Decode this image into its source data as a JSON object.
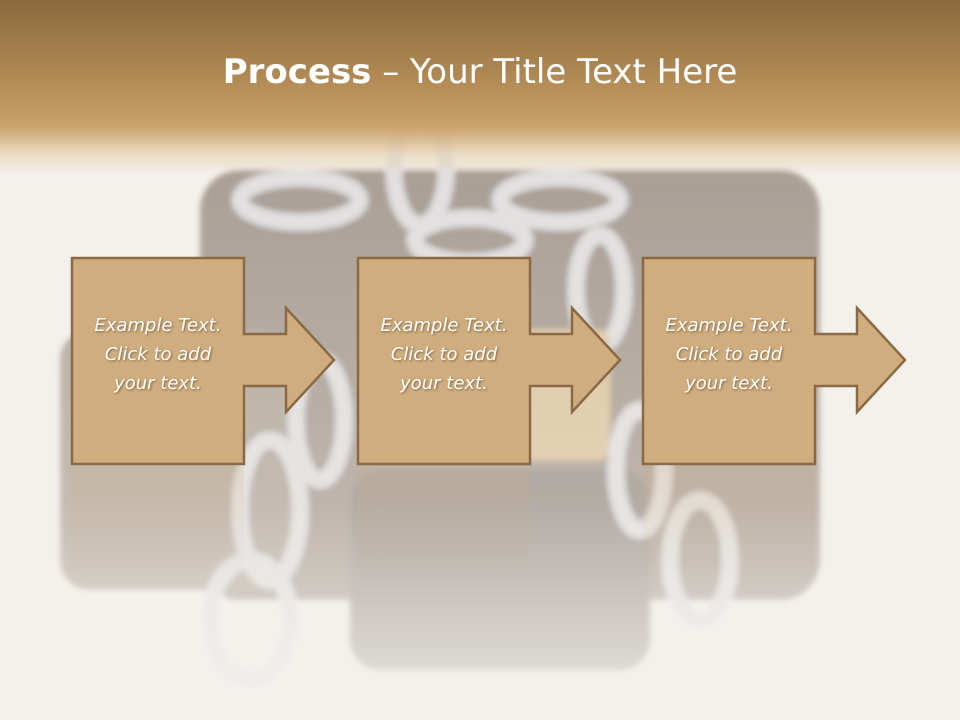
{
  "title": {
    "bold": "Process",
    "rest": " – Your Title Text Here"
  },
  "steps": [
    {
      "lines": [
        "Example Text.",
        "Click  to add",
        "your text."
      ]
    },
    {
      "lines": [
        "Example Text.",
        "Click  to add",
        "your text."
      ]
    },
    {
      "lines": [
        "Example Text.",
        "Click  to add",
        "your text."
      ]
    }
  ],
  "colors": {
    "header": "#b18a55",
    "box_fill": "#cfad7e",
    "box_border": "#8a6a45",
    "text": "#ffffff"
  }
}
